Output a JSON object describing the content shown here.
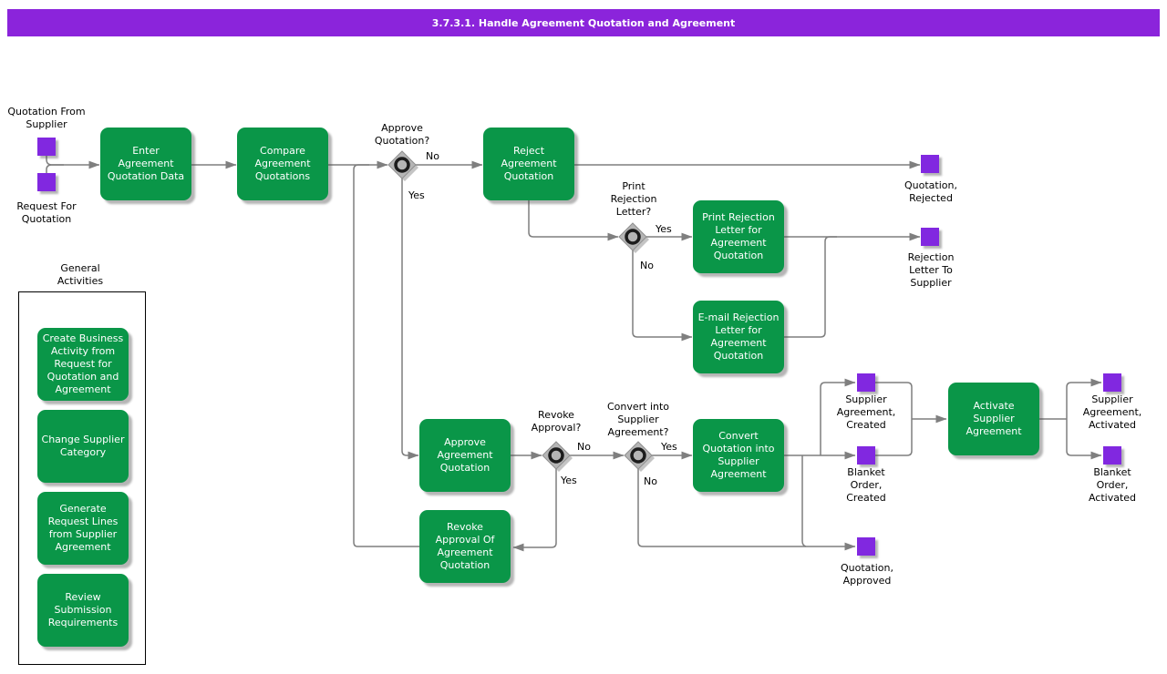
{
  "header": {
    "title": "3.7.3.1. Handle Agreement Quotation and Agreement"
  },
  "colors": {
    "header_bg": "#8b24db",
    "activity_green": "#0a9648",
    "event_purple": "#8128e0",
    "connector_gray": "#7f7f7f",
    "gateway_gray": "#b5b5b5"
  },
  "activities": [
    {
      "id": "enter-agreement-quotation-data",
      "label": "Enter\nAgreement\nQuotation Data"
    },
    {
      "id": "compare-agreement-quotations",
      "label": "Compare\nAgreement\nQuotations"
    },
    {
      "id": "reject-agreement-quotation",
      "label": "Reject\nAgreement\nQuotation"
    },
    {
      "id": "print-rejection-letter",
      "label": "Print Rejection\nLetter for\nAgreement\nQuotation"
    },
    {
      "id": "email-rejection-letter",
      "label": "E-mail Rejection\nLetter for\nAgreement\nQuotation"
    },
    {
      "id": "approve-agreement-quotation",
      "label": "Approve\nAgreement\nQuotation"
    },
    {
      "id": "revoke-approval-of-agreement-quotation",
      "label": "Revoke\nApproval Of\nAgreement\nQuotation"
    },
    {
      "id": "convert-quotation-into-supplier-agreement",
      "label": "Convert\nQuotation into\nSupplier\nAgreement"
    },
    {
      "id": "activate-supplier-agreement",
      "label": "Activate\nSupplier\nAgreement"
    }
  ],
  "events": [
    {
      "id": "quotation-from-supplier",
      "label": "Quotation From\nSupplier"
    },
    {
      "id": "request-for-quotation",
      "label": "Request For\nQuotation"
    },
    {
      "id": "quotation-rejected",
      "label": "Quotation,\nRejected"
    },
    {
      "id": "rejection-letter-to-supplier",
      "label": "Rejection\nLetter To\nSupplier"
    },
    {
      "id": "supplier-agreement-created",
      "label": "Supplier\nAgreement,\nCreated"
    },
    {
      "id": "blanket-order-created",
      "label": "Blanket\nOrder,\nCreated"
    },
    {
      "id": "quotation-approved",
      "label": "Quotation,\nApproved"
    },
    {
      "id": "supplier-agreement-activated",
      "label": "Supplier\nAgreement,\nActivated"
    },
    {
      "id": "blanket-order-activated",
      "label": "Blanket\nOrder,\nActivated"
    }
  ],
  "gateways": [
    {
      "id": "approve-quotation",
      "question": "Approve\nQuotation?",
      "no_label": "No",
      "yes_label": "Yes"
    },
    {
      "id": "print-rejection-letter",
      "question": "Print\nRejection\nLetter?",
      "yes_label": "Yes",
      "no_label": "No"
    },
    {
      "id": "revoke-approval",
      "question": "Revoke\nApproval?",
      "no_label": "No",
      "yes_label": "Yes"
    },
    {
      "id": "convert-into-supplier-agreement",
      "question": "Convert into\nSupplier\nAgreement?",
      "yes_label": "Yes",
      "no_label": "No"
    }
  ],
  "sidebar": {
    "title": "General\nActivities",
    "items": [
      {
        "label": "Create Business\nActivity from\nRequest for\nQuotation and\nAgreement"
      },
      {
        "label": "Change Supplier\nCategory"
      },
      {
        "label": "Generate\nRequest Lines\nfrom Supplier\nAgreement"
      },
      {
        "label": "Review\nSubmission\nRequirements"
      }
    ]
  }
}
